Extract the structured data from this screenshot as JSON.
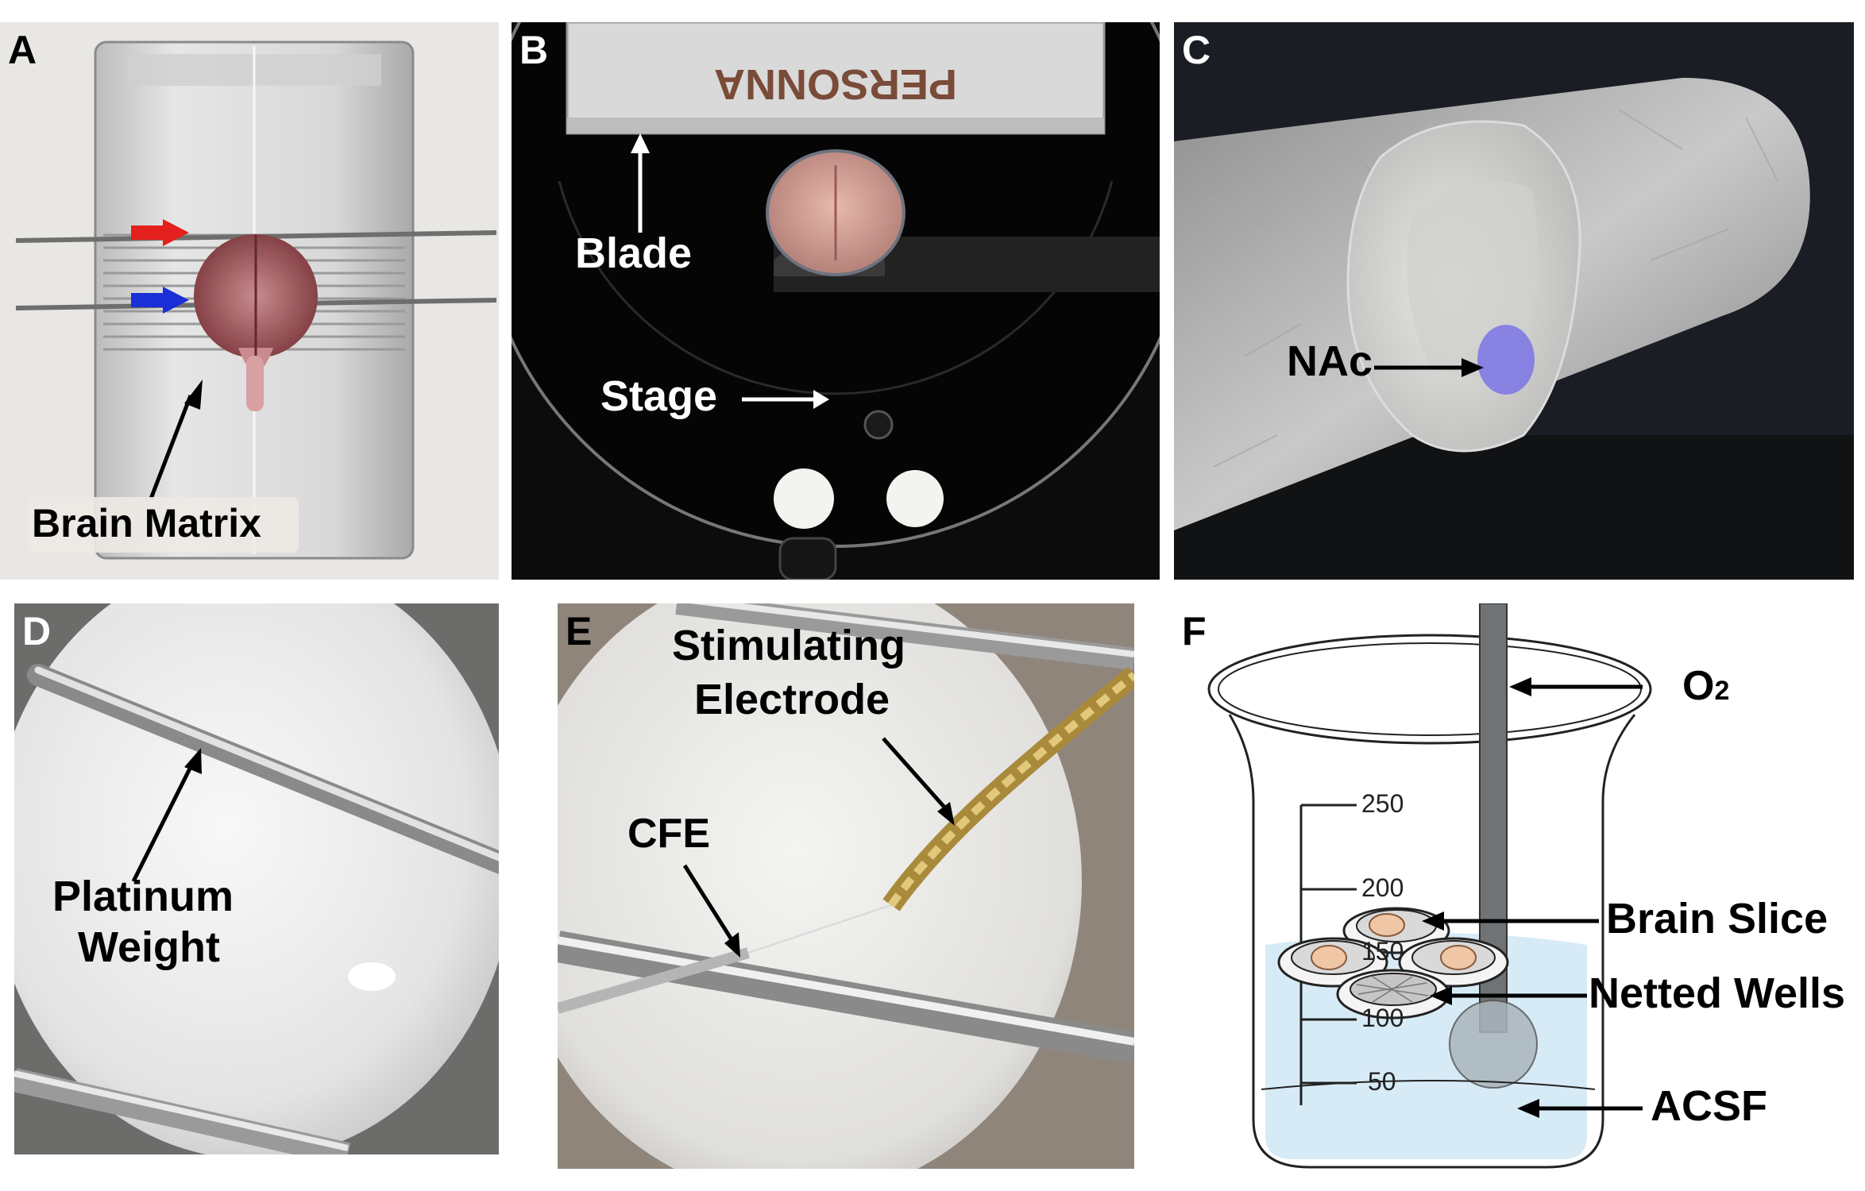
{
  "panels": {
    "a": {
      "letter": "A",
      "label": "Brain Matrix"
    },
    "b": {
      "letter": "B",
      "blade_label": "Blade",
      "stage_label": "Stage",
      "blade_brand": "PERSONNA"
    },
    "c": {
      "letter": "C",
      "label": "NAc"
    },
    "d": {
      "letter": "D",
      "label_line1": "Platinum",
      "label_line2": "Weight"
    },
    "e": {
      "letter": "E",
      "stim_line1": "Stimulating",
      "stim_line2": "Electrode",
      "cfe_label": "CFE"
    },
    "f": {
      "letter": "F",
      "o2_main": "O",
      "o2_sub": "2",
      "brain_slice": "Brain Slice",
      "netted_wells": "Netted Wells",
      "acsf": "ACSF",
      "ticks": [
        "250",
        "200",
        "150",
        "100",
        "50"
      ]
    }
  },
  "colors": {
    "red_arrow": "#e4201d",
    "blue_arrow": "#1b2fd6",
    "nac_highlight": "#7b74e6",
    "acsf_fill": "#d7ebf7"
  }
}
